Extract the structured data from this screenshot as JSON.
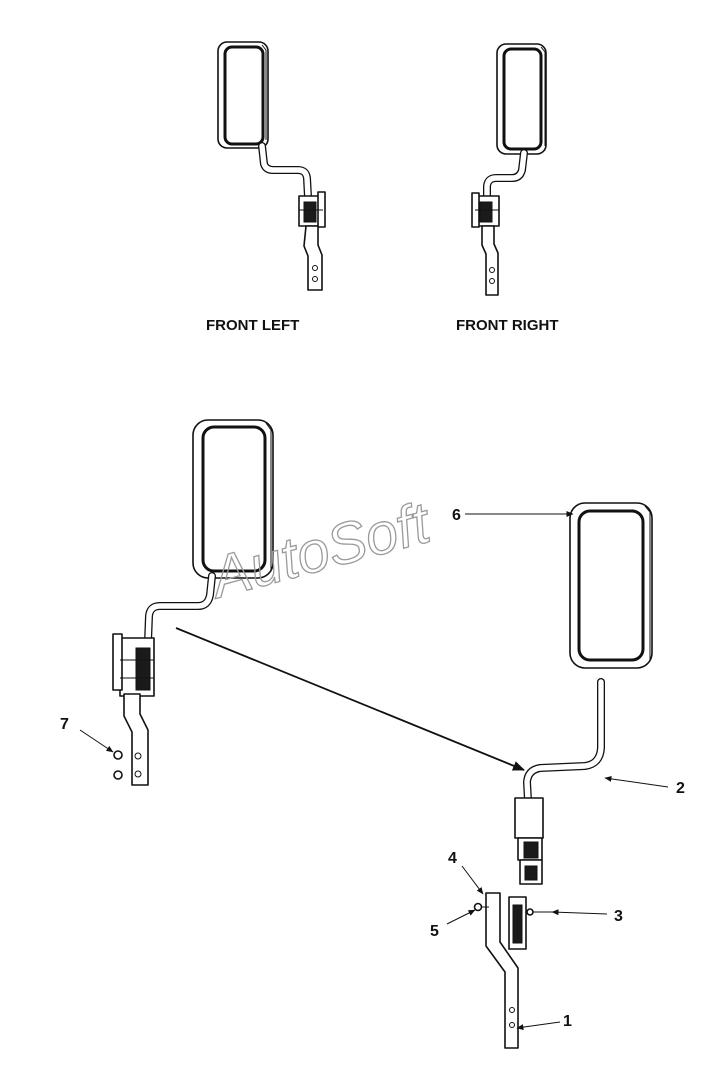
{
  "captions": {
    "front_left": "FRONT LEFT",
    "front_right": "FRONT RIGHT"
  },
  "callouts": {
    "c1": "1",
    "c2": "2",
    "c3": "3",
    "c4": "4",
    "c5": "5",
    "c6": "6",
    "c7": "7"
  },
  "watermark": "AutoSoft"
}
